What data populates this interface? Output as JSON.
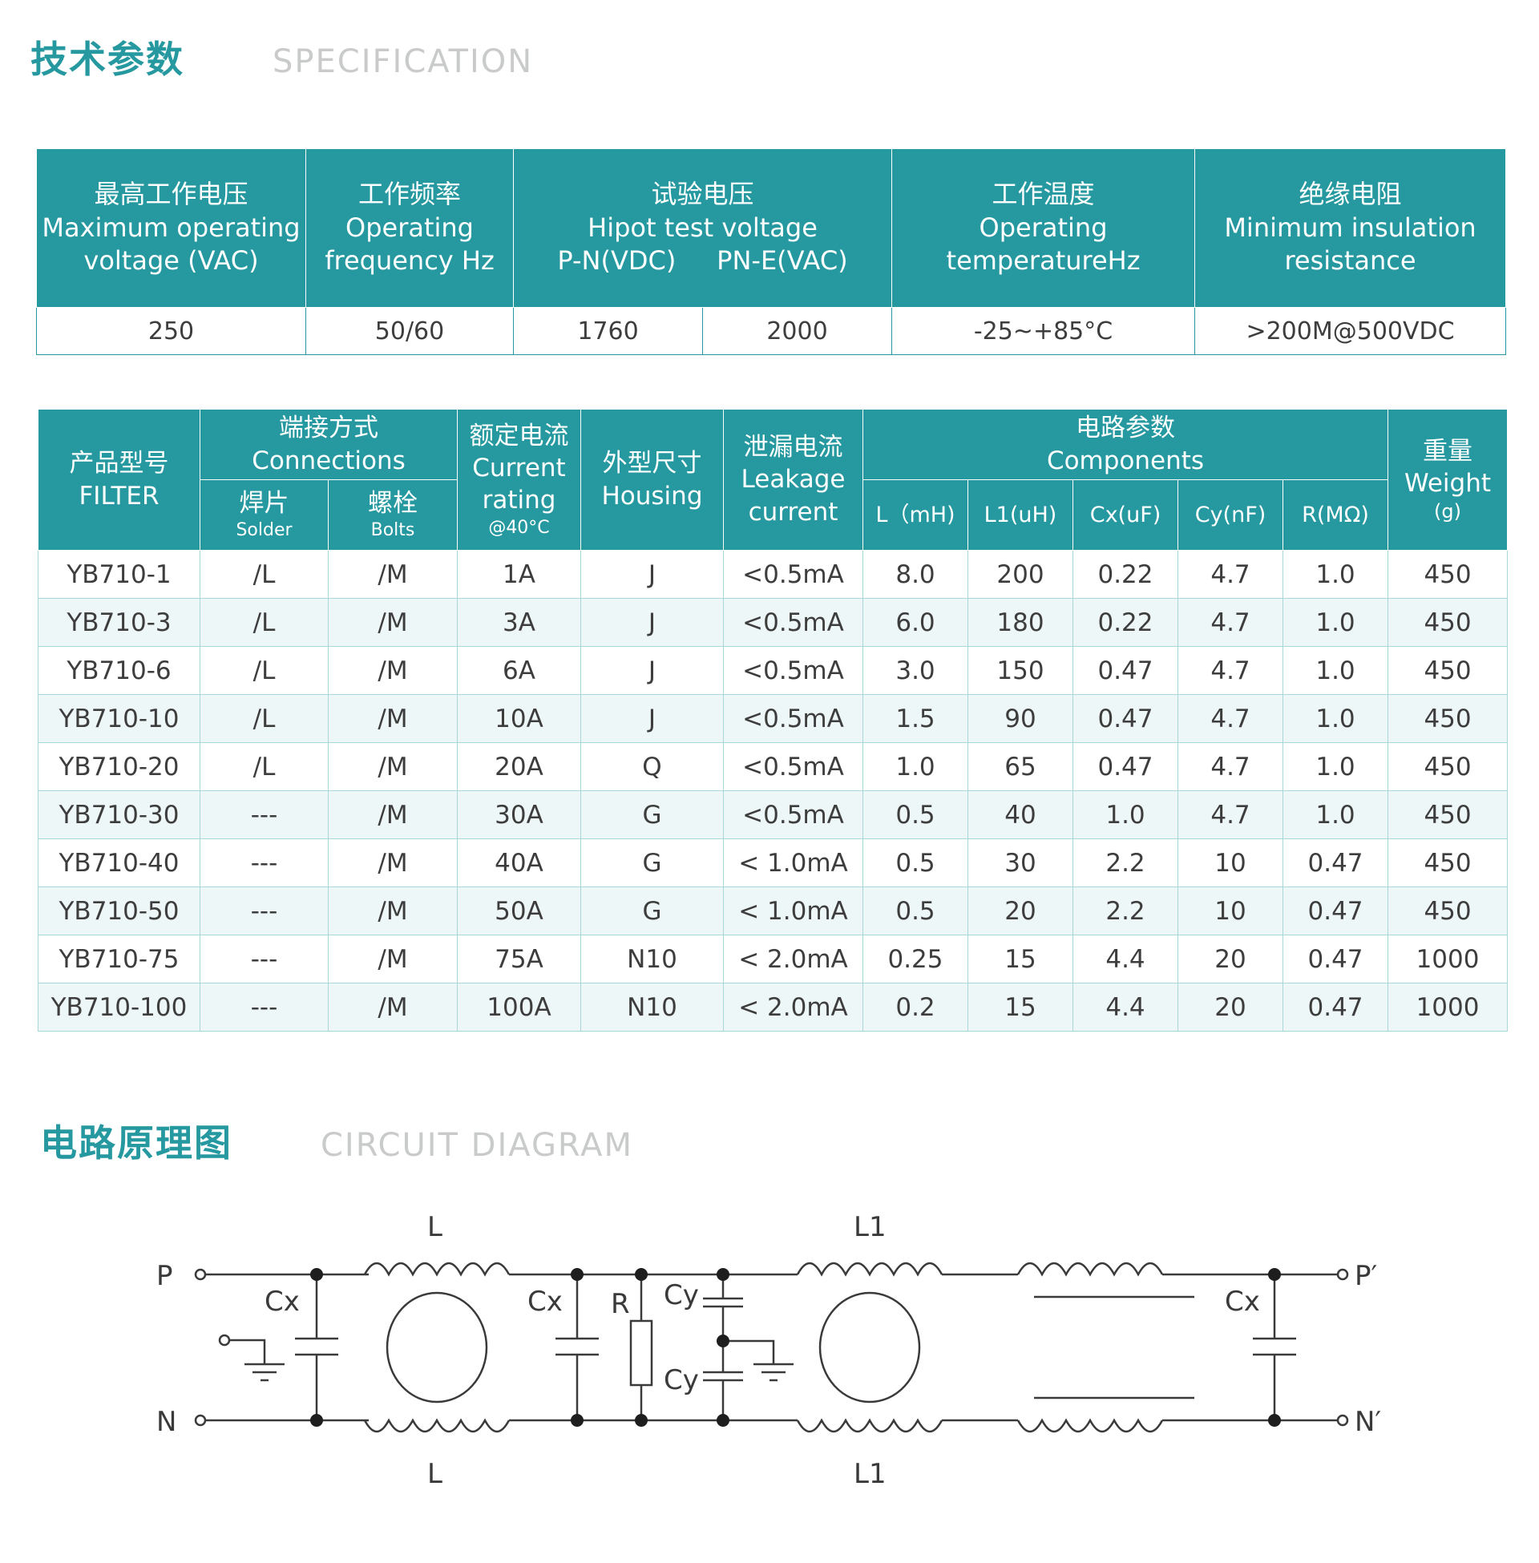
{
  "spec_section": {
    "title_cn": "技术参数",
    "title_en": "SPECIFICATION"
  },
  "spec_table": {
    "headers": [
      {
        "cn": "最高工作电压",
        "en1": "Maximum operating",
        "en2": "voltage (VAC)"
      },
      {
        "cn": "工作频率",
        "en1": "Operating",
        "en2": "frequency Hz"
      },
      {
        "cn": "试验电压",
        "en1": "Hipot test voltage",
        "en2": "P-N(VDC)     PN-E(VAC)"
      },
      {
        "cn": "工作温度",
        "en1": "Operating",
        "en2": "temperatureHz"
      },
      {
        "cn": "绝缘电阻",
        "en1": "Minimum insulation",
        "en2": "resistance"
      }
    ],
    "values": [
      "250",
      "50/60",
      "1760",
      "2000",
      "-25~+85°C",
      ">200M@500VDC"
    ]
  },
  "filter_table": {
    "headers": {
      "model_cn": "产品型号",
      "model_en": "FILTER",
      "conn_cn": "端接方式",
      "conn_en": "Connections",
      "solder_cn": "焊片",
      "solder_en": "Solder",
      "bolts_cn": "螺栓",
      "bolts_en": "Bolts",
      "current_cn": "额定电流",
      "current_en1": "Current",
      "current_en2": "rating",
      "current_note": "@40°C",
      "housing_cn": "外型尺寸",
      "housing_en": "Housing",
      "leak_cn": "泄漏电流",
      "leak_en1": "Leakage",
      "leak_en2": "current",
      "comp_cn": "电路参数",
      "comp_en": "Components",
      "weight_cn": "重量",
      "weight_en": "Weight",
      "weight_unit": "(g)",
      "sub": [
        "L（mH)",
        "L1(uH)",
        "Cx(uF)",
        "Cy(nF)",
        "R(MΩ)"
      ]
    },
    "rows": [
      [
        "YB710-1",
        "/L",
        "/M",
        "1A",
        "J",
        "<0.5mA",
        "8.0",
        "200",
        "0.22",
        "4.7",
        "1.0",
        "450"
      ],
      [
        "YB710-3",
        "/L",
        "/M",
        "3A",
        "J",
        "<0.5mA",
        "6.0",
        "180",
        "0.22",
        "4.7",
        "1.0",
        "450"
      ],
      [
        "YB710-6",
        "/L",
        "/M",
        "6A",
        "J",
        "<0.5mA",
        "3.0",
        "150",
        "0.47",
        "4.7",
        "1.0",
        "450"
      ],
      [
        "YB710-10",
        "/L",
        "/M",
        "10A",
        "J",
        "<0.5mA",
        "1.5",
        "90",
        "0.47",
        "4.7",
        "1.0",
        "450"
      ],
      [
        "YB710-20",
        "/L",
        "/M",
        "20A",
        "Q",
        "<0.5mA",
        "1.0",
        "65",
        "0.47",
        "4.7",
        "1.0",
        "450"
      ],
      [
        "YB710-30",
        "---",
        "/M",
        "30A",
        "G",
        "<0.5mA",
        "0.5",
        "40",
        "1.0",
        "4.7",
        "1.0",
        "450"
      ],
      [
        "YB710-40",
        "---",
        "/M",
        "40A",
        "G",
        "< 1.0mA",
        "0.5",
        "30",
        "2.2",
        "10",
        "0.47",
        "450"
      ],
      [
        "YB710-50",
        "---",
        "/M",
        "50A",
        "G",
        "< 1.0mA",
        "0.5",
        "20",
        "2.2",
        "10",
        "0.47",
        "450"
      ],
      [
        "YB710-75",
        "---",
        "/M",
        "75A",
        "N10",
        "< 2.0mA",
        "0.25",
        "15",
        "4.4",
        "20",
        "0.47",
        "1000"
      ],
      [
        "YB710-100",
        "---",
        "/M",
        "100A",
        "N10",
        "< 2.0mA",
        "0.2",
        "15",
        "4.4",
        "20",
        "0.47",
        "1000"
      ]
    ]
  },
  "circuit_section": {
    "title_cn": "电路原理图",
    "title_en": "CIRCUIT DIAGRAM"
  },
  "circuit_labels": {
    "p": "P",
    "n": "N",
    "p_out": "P′",
    "n_out": "N′",
    "l_top": "L",
    "l_bottom": "L",
    "l1_top": "L1",
    "l1_bottom": "L1",
    "cx1": "Cx",
    "cx2": "Cx",
    "cx3": "Cx",
    "r": "R",
    "cy1": "Cy",
    "cy2": "Cy"
  },
  "colors": {
    "accent": "#2598a0",
    "light_row": "#eef7f8",
    "title_gray": "#c9cbcb"
  }
}
